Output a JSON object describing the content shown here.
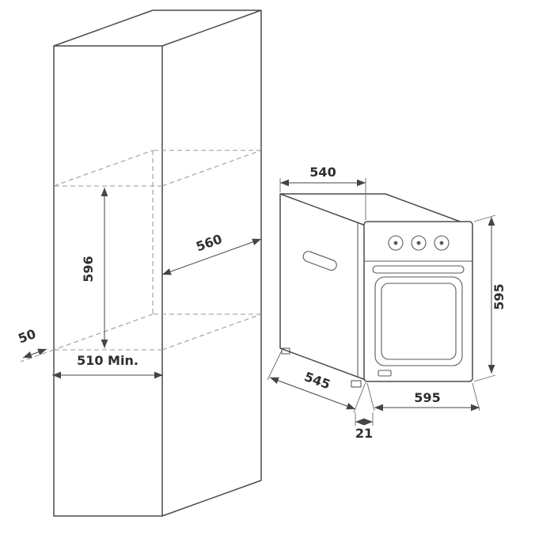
{
  "diagram": {
    "cabinet": {
      "opening_width_label": "560",
      "opening_height_label": "596",
      "bottom_gap_label": "50",
      "depth_min_label": "510 Min."
    },
    "oven": {
      "top_depth_label": "540",
      "height_label": "595",
      "body_depth_label": "545",
      "width_label": "595",
      "overhang_label": "21"
    }
  }
}
